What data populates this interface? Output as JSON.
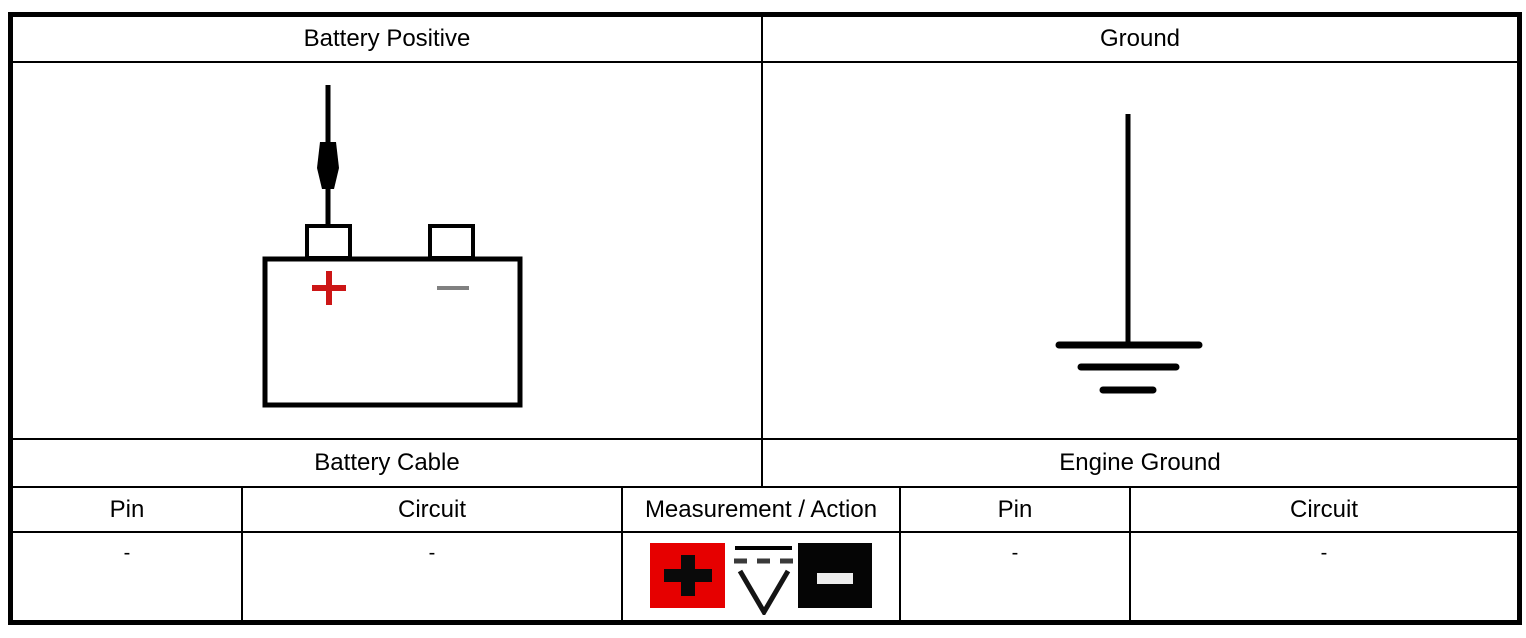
{
  "header": {
    "left": "Battery Positive",
    "right": "Ground"
  },
  "subheader": {
    "left": "Battery Cable",
    "right": "Engine Ground"
  },
  "bottom_table": {
    "headers": {
      "left_pin": "Pin",
      "left_circuit": "Circuit",
      "measurement": "Measurement / Action",
      "right_pin": "Pin",
      "right_circuit": "Circuit"
    },
    "values": {
      "left_pin": "-",
      "left_circuit": "-",
      "right_pin": "-",
      "right_circuit": "-"
    }
  },
  "diagrams": {
    "battery": {
      "description": "battery with probe on positive post",
      "positive_symbol": "+",
      "negative_symbol": "-"
    },
    "ground": {
      "description": "chassis ground symbol"
    }
  },
  "measurement_icons": {
    "positive_probe": "red-square-plus-icon",
    "voltmeter": "dc-voltage-V-icon",
    "negative_probe": "black-square-minus-icon"
  },
  "colors": {
    "probe_red": "#e60000",
    "battery_plus_red": "#cc1616",
    "battery_minus_gray": "#808080",
    "line_black": "#000000"
  }
}
